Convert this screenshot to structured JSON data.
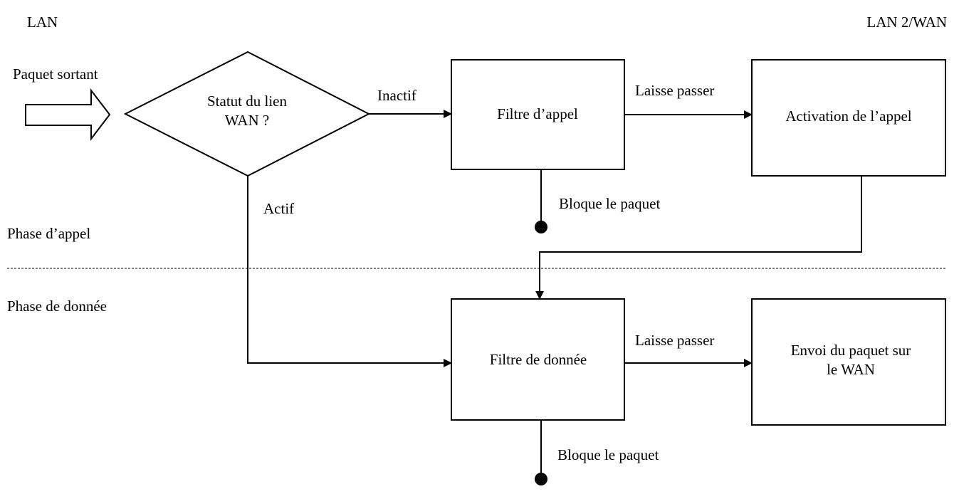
{
  "regions": {
    "lan": "LAN",
    "lan2_wan": "LAN 2/WAN"
  },
  "phases": {
    "call": "Phase d’appel",
    "data": "Phase de donnée"
  },
  "input": {
    "label": "Paquet sortant"
  },
  "decision": {
    "line1": "Statut du lien",
    "line2": "WAN ?"
  },
  "boxes": {
    "call_filter": "Filtre d’appel",
    "call_activation": "Activation de l’appel",
    "data_filter": "Filtre de donnée",
    "send_line1": "Envoi du paquet sur",
    "send_line2": "le WAN"
  },
  "edges": {
    "inactive": "Inactif",
    "active": "Actif",
    "pass_call": "Laisse passer",
    "block_call": "Bloque le paquet",
    "pass_data": "Laisse passer",
    "block_data": "Bloque le paquet"
  }
}
